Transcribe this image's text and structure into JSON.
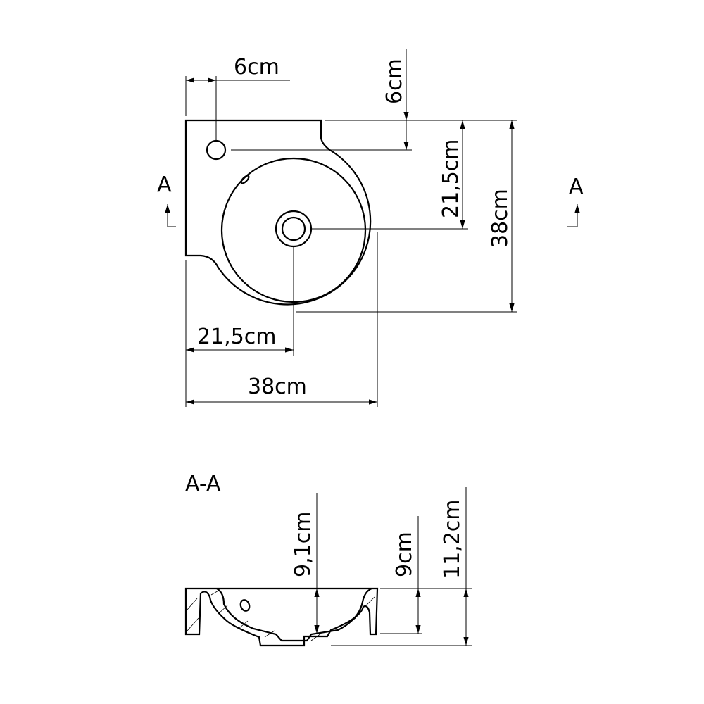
{
  "top_view": {
    "dim_tap_offset_h": "6cm",
    "dim_tap_offset_v": "6cm",
    "dim_drain_v": "21,5cm",
    "dim_depth_total": "38cm",
    "dim_drain_h": "21,5cm",
    "dim_width_total": "38cm",
    "section_mark_left": "A",
    "section_mark_right": "A"
  },
  "section_view": {
    "title": "A-A",
    "dim_inner_depth": "9,1cm",
    "dim_rim_height": "9cm",
    "dim_total_height": "11,2cm"
  },
  "colors": {
    "line": "#000000",
    "background": "#ffffff"
  }
}
